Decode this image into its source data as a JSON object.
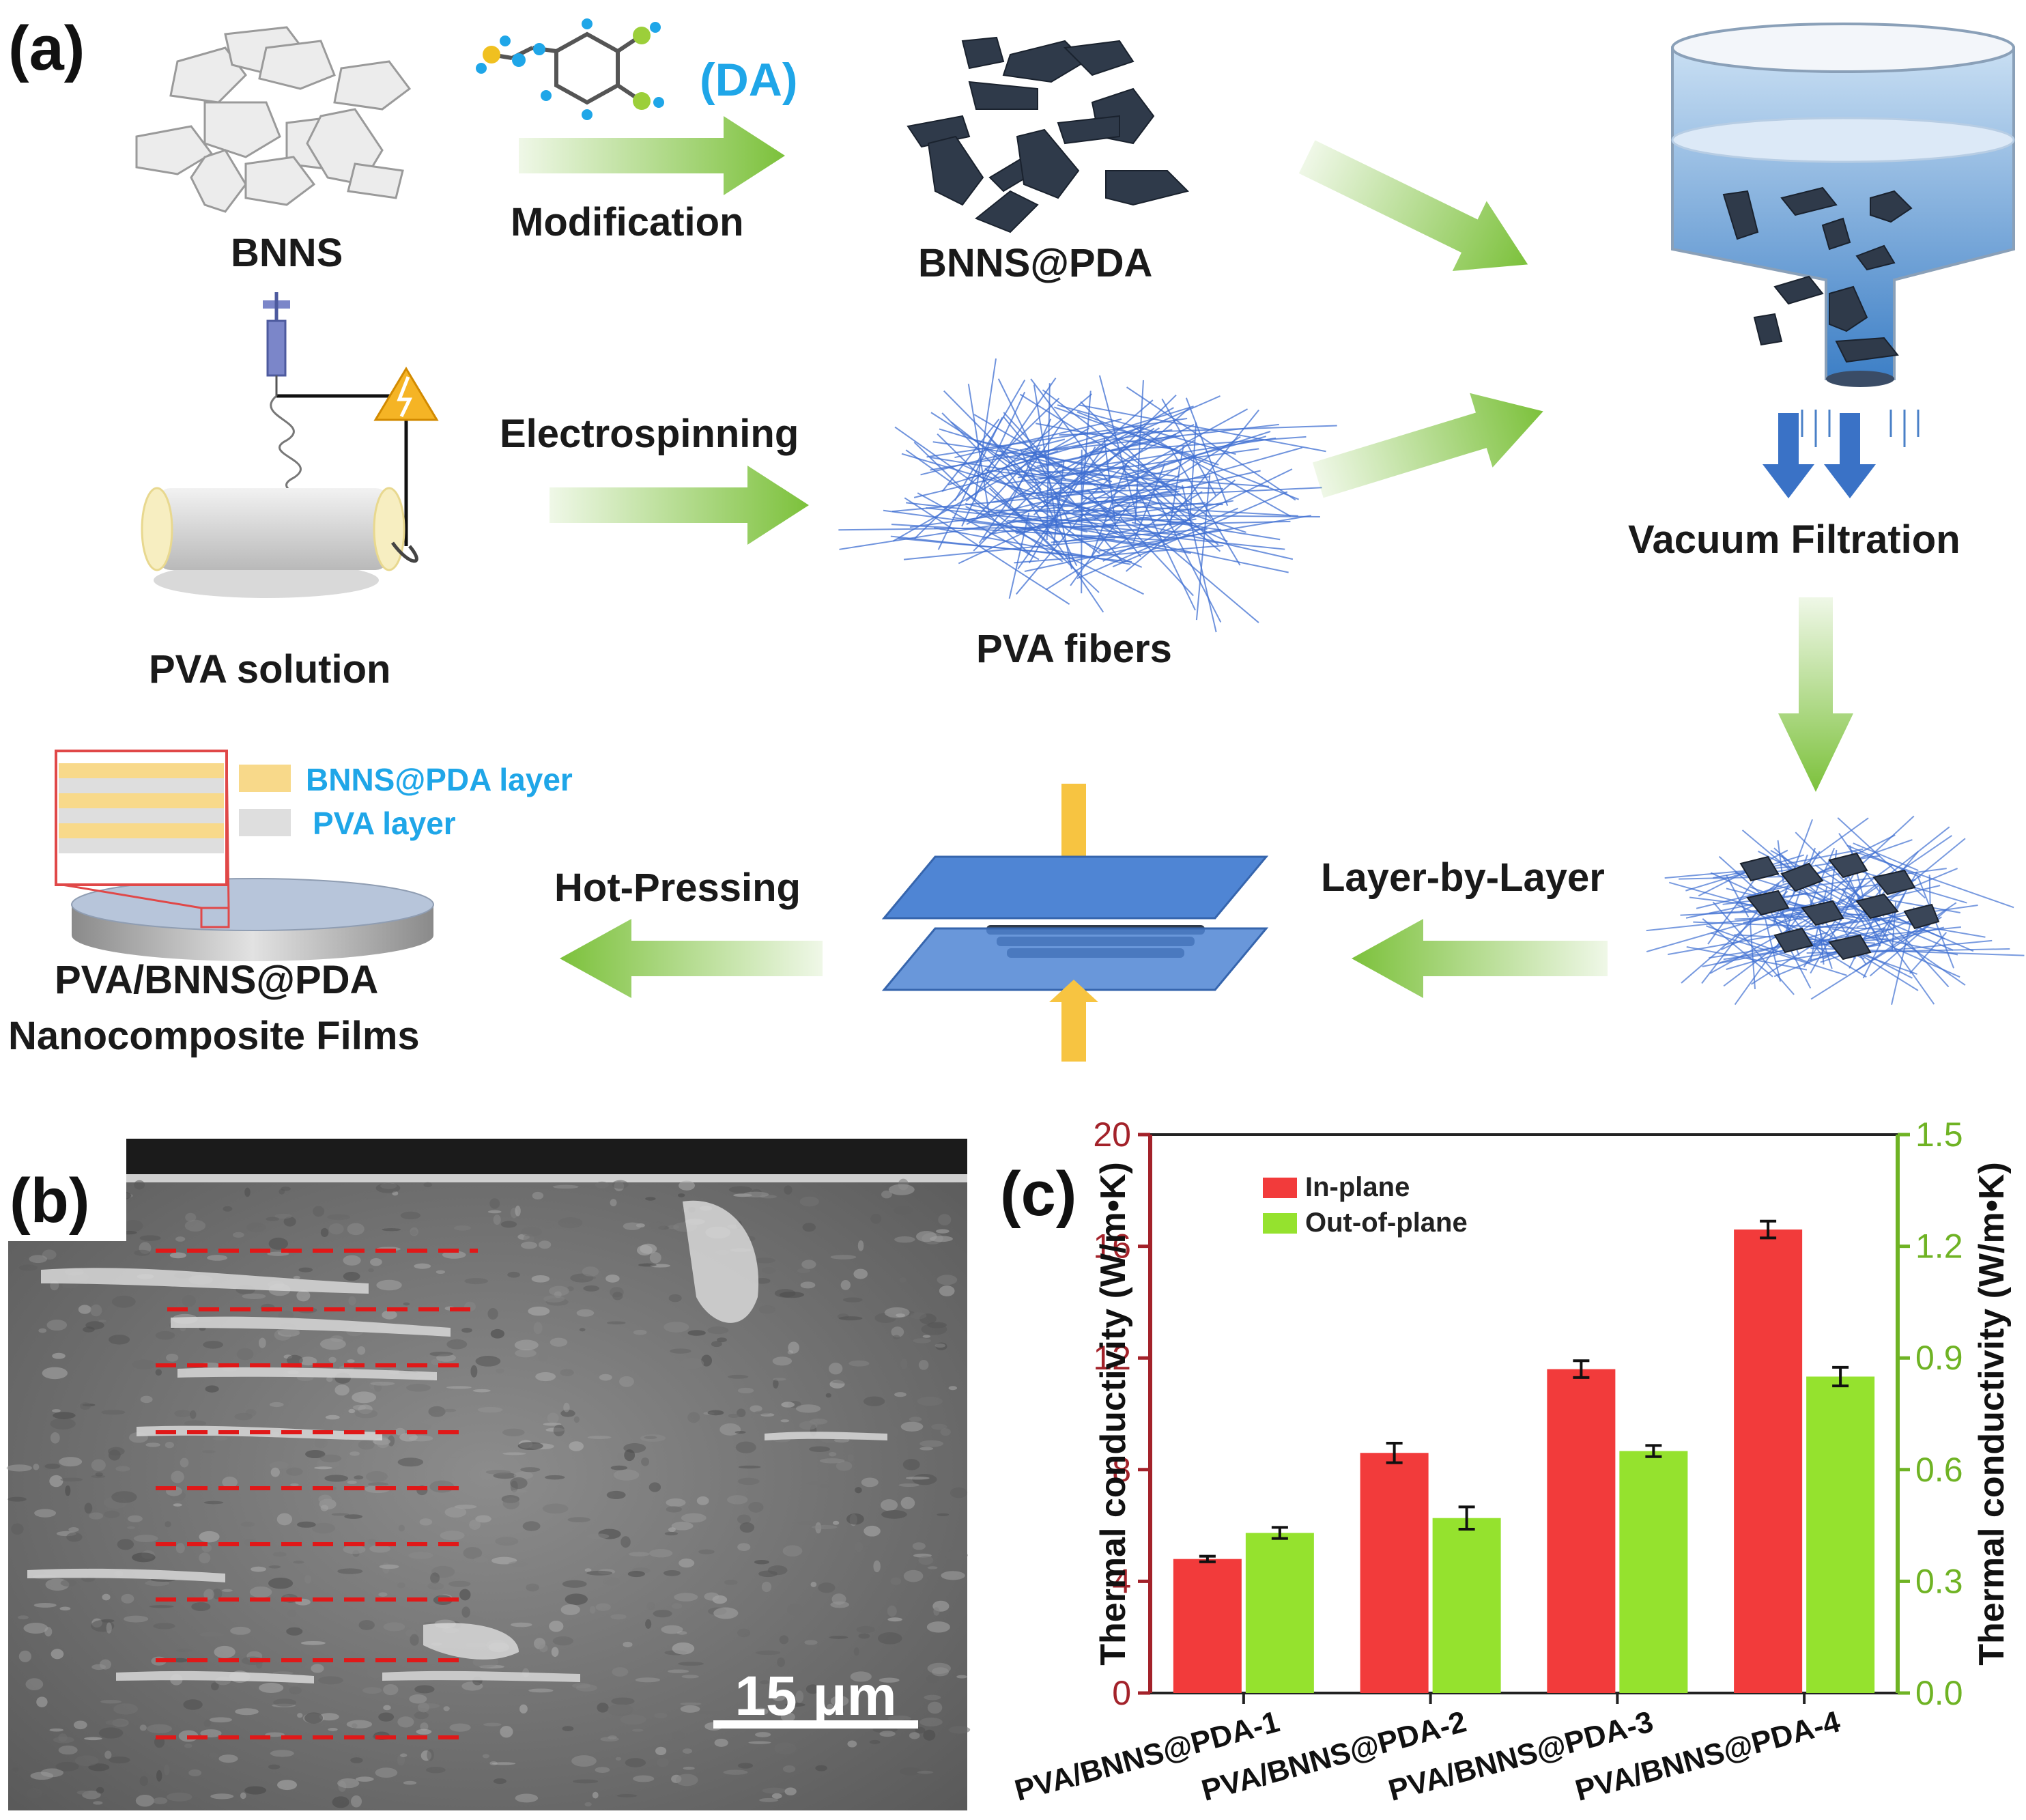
{
  "panels": {
    "a": "(a)",
    "b": "(b)",
    "c": "(c)"
  },
  "labels": {
    "bnns": "BNNS",
    "da": "(DA)",
    "modification": "Modification",
    "bnns_pda": "BNNS@PDA",
    "pva_solution": "PVA solution",
    "electrospinning": "Electrospinning",
    "pva_fibers": "PVA fibers",
    "vacuum_filtration": "Vacuum Filtration",
    "layer_by_layer": "Layer-by-Layer",
    "hot_pressing": "Hot-Pressing",
    "legend_bnns_layer": "BNNS@PDA layer",
    "legend_pva_layer": "PVA layer",
    "film_title_1": "PVA/BNNS@PDA",
    "film_title_2": "Nanocomposite Films"
  },
  "sem": {
    "scale_bar": "15 μm"
  },
  "colors": {
    "arrow_green": "#7cc13b",
    "label_blue": "#1fa6e8",
    "in_plane": "#f23b3b",
    "out_of_plane": "#95e22e",
    "left_axis": "#a3222a",
    "right_axis": "#6fb324",
    "dashed_lines": "#e01818"
  },
  "chart_data": {
    "type": "bar",
    "categories": [
      "PVA/BNNS@PDA-1",
      "PVA/BNNS@PDA-2",
      "PVA/BNNS@PDA-3",
      "PVA/BNNS@PDA-4"
    ],
    "series": [
      {
        "name": "In-plane",
        "axis": "left",
        "values": [
          4.8,
          8.6,
          11.6,
          16.6
        ],
        "errors": [
          0.1,
          0.35,
          0.3,
          0.3
        ]
      },
      {
        "name": "Out-of-plane",
        "axis": "right",
        "values": [
          0.43,
          0.47,
          0.65,
          0.85
        ],
        "errors": [
          0.015,
          0.03,
          0.015,
          0.025
        ]
      }
    ],
    "ylabel_left": "Thermal conductivity (W/m•K)",
    "ylabel_right": "Thermal conductivity (W/m•K)",
    "ylim_left": [
      0,
      20
    ],
    "ylim_right": [
      0,
      1.5
    ],
    "yticks_left": [
      "0",
      "4",
      "8",
      "12",
      "16",
      "20"
    ],
    "yticks_right": [
      "0.0",
      "0.3",
      "0.6",
      "0.9",
      "1.2",
      "1.5"
    ],
    "legend_position": "top-left",
    "grid": false
  }
}
